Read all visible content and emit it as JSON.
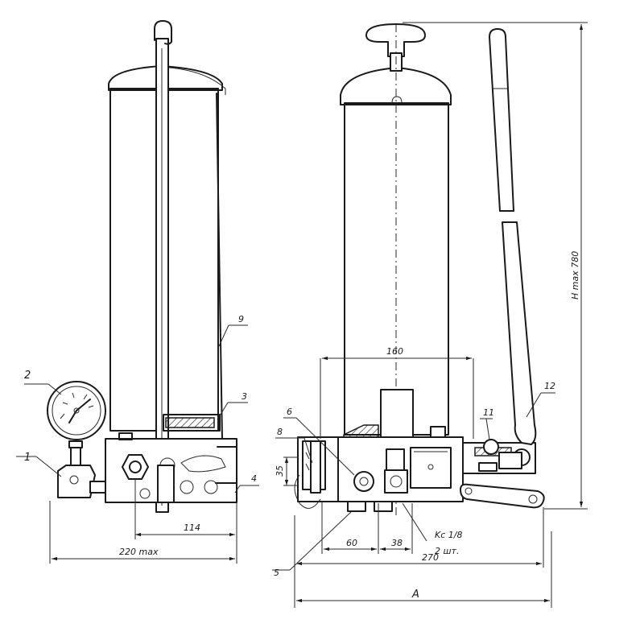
{
  "callouts": {
    "c1": "1",
    "c2": "2",
    "c3": "3",
    "c4": "4",
    "c5": "5",
    "c6": "6",
    "c8": "8",
    "c9": "9",
    "c11": "11",
    "c12": "12"
  },
  "dimensions": {
    "width_front": "220 max",
    "bolt_spacing": "114",
    "height": "H max 780",
    "reservoir_width": "160",
    "block_height": "35",
    "dim_60": "60",
    "dim_38": "38",
    "dim_270": "270",
    "overall_a": "A",
    "thread_size": "Kc 1/8",
    "thread_qty": "2 шт."
  }
}
